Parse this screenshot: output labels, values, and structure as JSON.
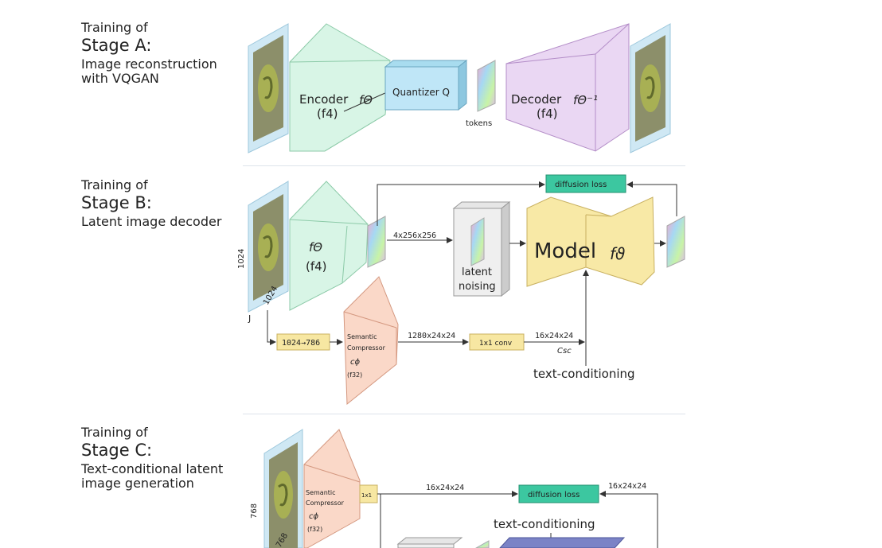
{
  "stageA": {
    "training": "Training of",
    "stage": "Stage A:",
    "desc_line1": "Image reconstruction",
    "desc_line2": "with VQGAN",
    "encoder_label": "Encoder",
    "encoder_sub": "(f4)",
    "quantizer_label": "Quantizer Q",
    "tokens_label": "tokens",
    "decoder_label": "Decoder",
    "decoder_sub": "(f4)"
  },
  "stageB": {
    "training": "Training of",
    "stage": "Stage B:",
    "desc_line1": "Latent image decoder",
    "dim_vertical": "1024",
    "dim_diag": "1024",
    "encoder_sub": "(f4)",
    "latent_dims": "4x256x256",
    "latent_noising_1": "latent",
    "latent_noising_2": "noising",
    "model_label": "Model",
    "diffusion_loss": "diffusion loss",
    "resize_label": "1024→786",
    "semantic_1": "Semantic",
    "semantic_2": "Compressor",
    "semantic_sub": "(f32)",
    "sc_dims": "1280x24x24",
    "conv_label": "1x1 conv",
    "cond_dims": "16x24x24",
    "csc_label": "Csc",
    "text_conditioning": "text-conditioning"
  },
  "stageC": {
    "training": "Training of",
    "stage": "Stage C:",
    "desc_line1": "Text-conditional latent",
    "desc_line2": "image generation",
    "dim_vertical": "768",
    "dim_diag": "768",
    "semantic_1": "Semantic",
    "semantic_2": "Compressor",
    "semantic_sub": "(f32)",
    "conv_label": "1x1",
    "dims_left": "16x24x24",
    "dims_right": "16x24x24",
    "diffusion_loss": "diffusion loss",
    "text_conditioning": "text-conditioning"
  },
  "colors": {
    "encoder": "#d8f5e6",
    "quantizer": "#bfe6f7",
    "decoder": "#ead7f3",
    "loss_box": "#3cc7a0",
    "model": "#f8e9a6",
    "semantic": "#fad8c8",
    "yellow_box": "#f7e7a2",
    "image_frame": "#cfe8f4",
    "stagec_block": "#7b83c6"
  }
}
